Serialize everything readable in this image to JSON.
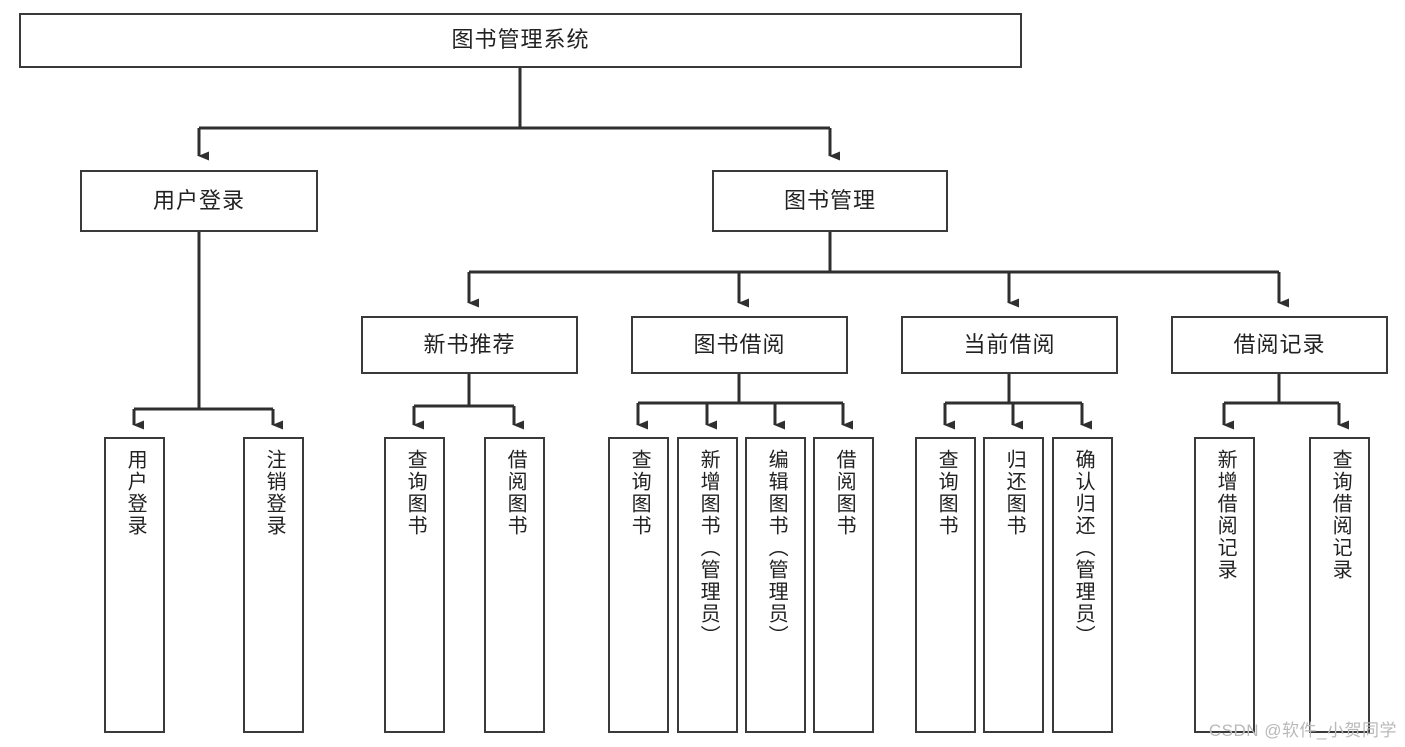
{
  "diagram": {
    "title": "图书管理系统",
    "type": "tree-hierarchy",
    "root": {
      "label": "图书管理系统"
    },
    "level1": [
      {
        "label": "用户登录"
      },
      {
        "label": "图书管理"
      }
    ],
    "level2": [
      {
        "label": "新书推荐"
      },
      {
        "label": "图书借阅"
      },
      {
        "label": "当前借阅"
      },
      {
        "label": "借阅记录"
      }
    ],
    "leaves": {
      "user_login": [
        {
          "label": "用户登录"
        },
        {
          "label": "注销登录"
        }
      ],
      "new_book_recommend": [
        {
          "label": "查询图书"
        },
        {
          "label": "借阅图书"
        }
      ],
      "book_borrow": [
        {
          "label": "查询图书"
        },
        {
          "label": "新增图书（管理员）"
        },
        {
          "label": "编辑图书（管理员）"
        },
        {
          "label": "借阅图书"
        }
      ],
      "current_borrow": [
        {
          "label": "查询图书"
        },
        {
          "label": "归还图书"
        },
        {
          "label": "确认归还（管理员）"
        }
      ],
      "borrow_record": [
        {
          "label": "新增借阅记录"
        },
        {
          "label": "查询借阅记录"
        }
      ]
    }
  },
  "watermark": {
    "text": "CSDN @软件_小贺同学"
  },
  "colors": {
    "box_border": "#3a3a3a",
    "box_fill": "#ffffff",
    "text": "#222222",
    "edge": "#2f2f2f",
    "watermark": "#b9b9b9",
    "page_background": "#ffffff"
  }
}
